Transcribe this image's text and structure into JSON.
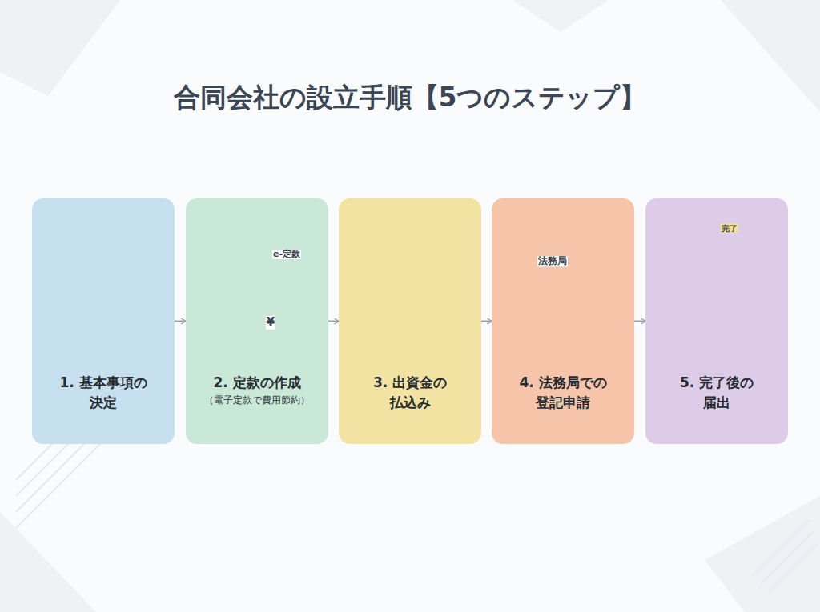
{
  "diagram": {
    "title": "合同会社の設立手順【5つのステップ】",
    "nodes": [
      {
        "text": [
          "1. 基本事項の 決定"
        ]
      },
      {
        "text": [
          "2. 定款の作成",
          "（電子定款で費用節約）"
        ]
      },
      {
        "text": [
          "3. 出資金の 払込み"
        ]
      },
      {
        "text": [
          "4. 法務局での 登記申請"
        ]
      },
      {
        "text": [
          "5. 完了後の 届出"
        ]
      }
    ],
    "edges": [
      {
        "from": 0,
        "to": 1,
        "arrow": "to"
      },
      {
        "from": 1,
        "to": 2,
        "arrow": "to"
      },
      {
        "from": 2,
        "to": 3,
        "arrow": "to"
      },
      {
        "from": 3,
        "to": 4,
        "arrow": "to"
      }
    ],
    "labels": [
      "e-定款",
      "¥",
      "法務局",
      "完了"
    ]
  }
}
